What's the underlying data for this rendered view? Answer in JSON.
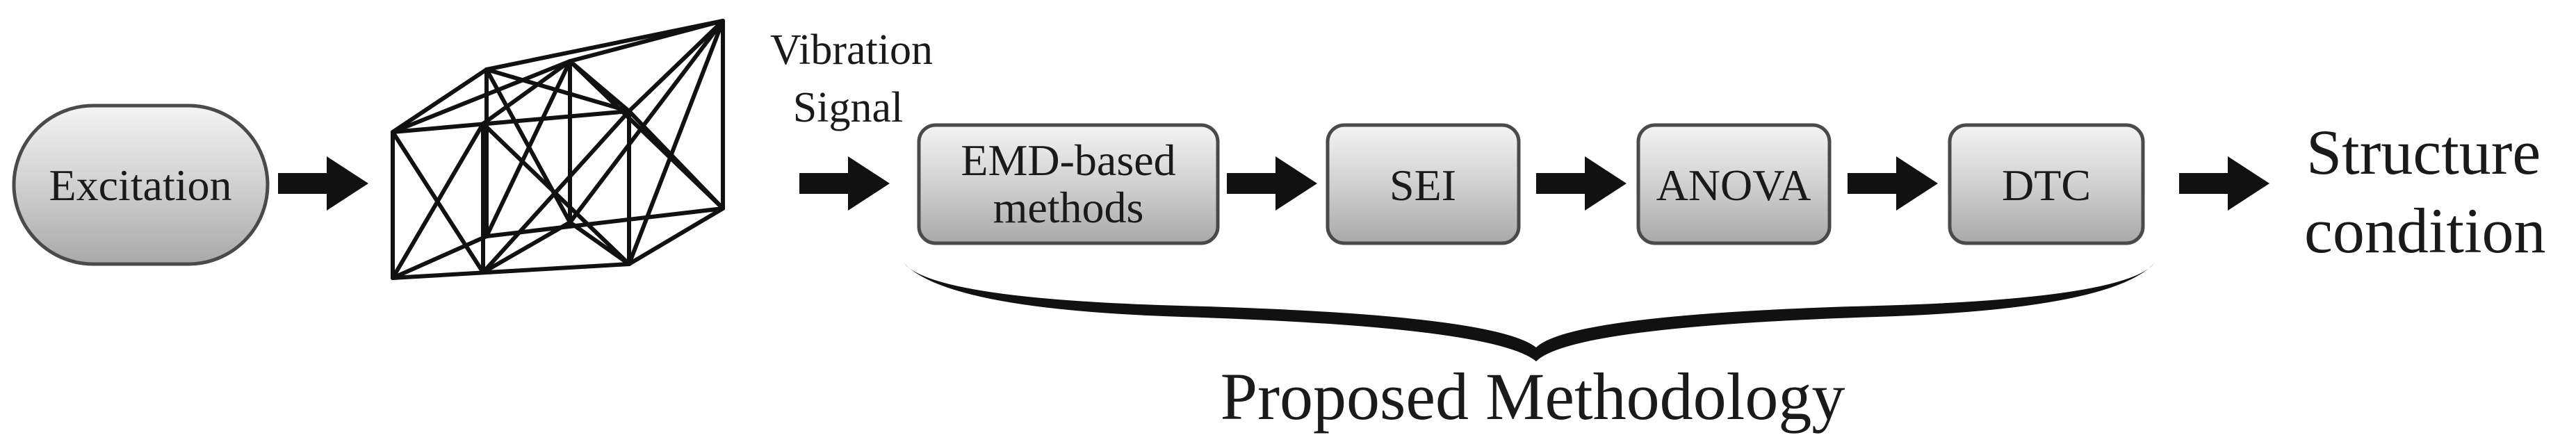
{
  "diagram": {
    "excitation": "Excitation",
    "vibration_line1": "Vibration",
    "vibration_line2": "Signal",
    "steps": {
      "emd_line1": "EMD-based",
      "emd_line2": "methods",
      "sei": "SEI",
      "anova": "ANOVA",
      "dtc": "DTC"
    },
    "output_line1": "Structure",
    "output_line2": "condition",
    "methodology_label": "Proposed Methodology"
  }
}
